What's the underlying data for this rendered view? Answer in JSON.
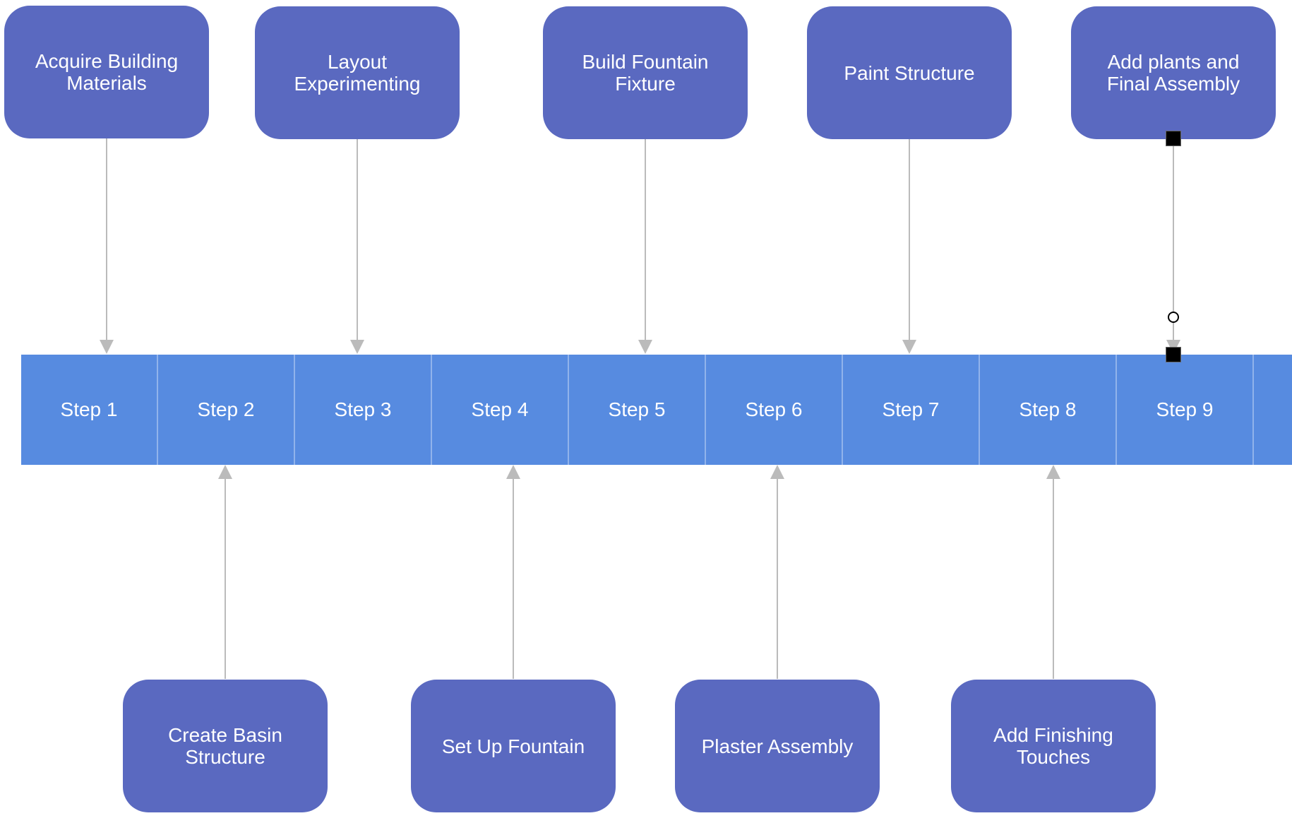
{
  "colors": {
    "box": "#5a69c0",
    "timeline": "#578be0",
    "connector": "#bbbbbb"
  },
  "top_steps": [
    {
      "label": "Acquire Building\nMaterials"
    },
    {
      "label": "Layout\nExperimenting"
    },
    {
      "label": "Build Fountain\nFixture"
    },
    {
      "label": "Paint Structure"
    },
    {
      "label": "Add plants and\nFinal Assembly"
    }
  ],
  "bottom_steps": [
    {
      "label": "Create Basin\nStructure"
    },
    {
      "label": "Set Up Fountain"
    },
    {
      "label": "Plaster Assembly"
    },
    {
      "label": "Add Finishing\nTouches"
    }
  ],
  "timeline": {
    "steps": [
      "Step 1",
      "Step 2",
      "Step 3",
      "Step 4",
      "Step 5",
      "Step 6",
      "Step 7",
      "Step 8",
      "Step 9"
    ]
  }
}
